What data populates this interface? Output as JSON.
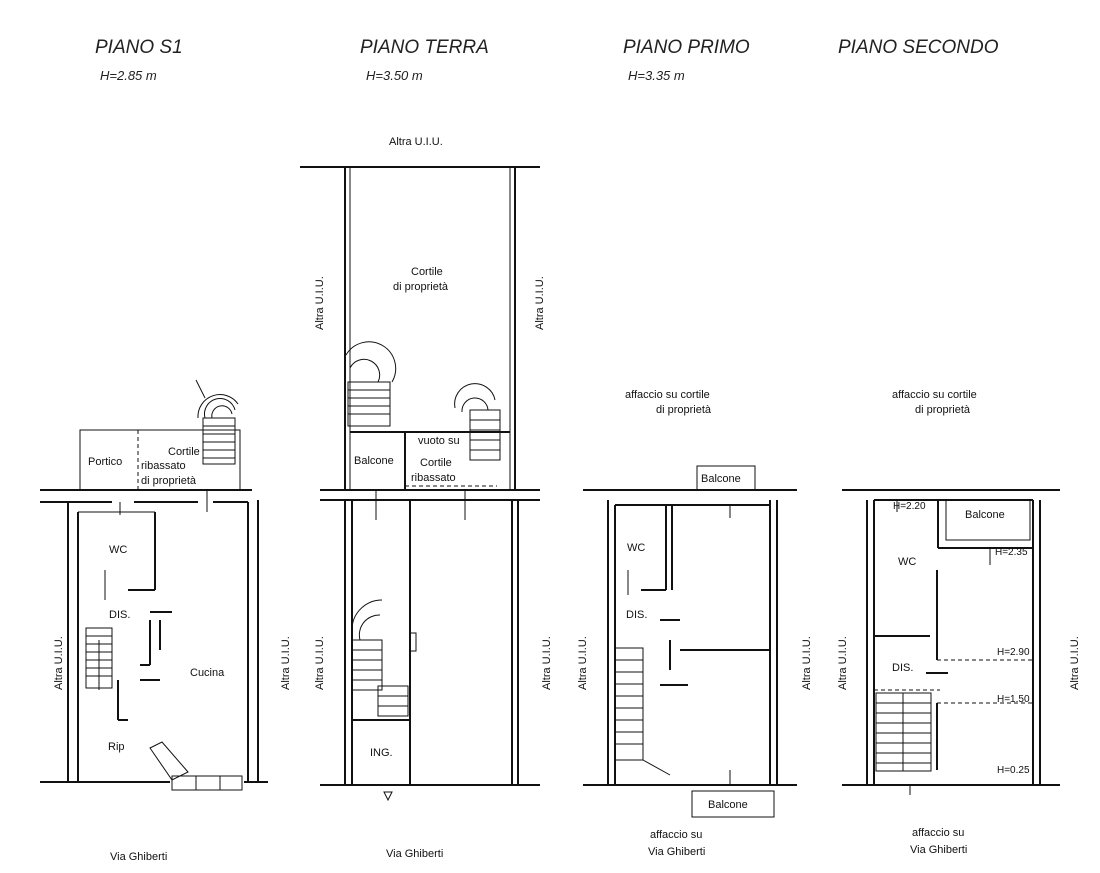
{
  "floors": [
    {
      "title": "PIANO S1",
      "height": "H=2.85 m"
    },
    {
      "title": "PIANO TERRA",
      "height": "H=3.50 m"
    },
    {
      "title": "PIANO PRIMO",
      "height": "H=3.35 m"
    },
    {
      "title": "PIANO SECONDO",
      "height": ""
    }
  ],
  "labels": {
    "altra_uiu": "Altra U.I.U.",
    "via": "Via Ghiberti",
    "s1": {
      "portico": "Portico",
      "cortile_1": "Cortile",
      "cortile_2": "ribassato",
      "cortile_3": "di proprietà",
      "wc": "WC",
      "dis": "DIS.",
      "cucina": "Cucina",
      "rip": "Rip"
    },
    "terra": {
      "cortile_1": "Cortile",
      "cortile_2": "di proprietà",
      "balcone": "Balcone",
      "vuoto_1": "vuoto su",
      "vuoto_2": "Cortile",
      "vuoto_3": "ribassato",
      "ing": "ING."
    },
    "primo": {
      "affaccio_cortile_1": "affaccio su cortile",
      "affaccio_cortile_2": "di proprietà",
      "balcone_top": "Balcone",
      "wc": "WC",
      "dis": "DIS.",
      "balcone_bottom": "Balcone",
      "affaccio_via_1": "affaccio su",
      "affaccio_via_2": "Via Ghiberti"
    },
    "secondo": {
      "affaccio_cortile_1": "affaccio su cortile",
      "affaccio_cortile_2": "di proprietà",
      "h220": "H=2.20",
      "balcone": "Balcone",
      "h235": "H=2.35",
      "wc": "WC",
      "h290": "H=2.90",
      "dis": "DIS.",
      "h150": "H=1.50",
      "h025": "H=0.25",
      "affaccio_via_1": "affaccio su",
      "affaccio_via_2": "Via Ghiberti"
    }
  }
}
